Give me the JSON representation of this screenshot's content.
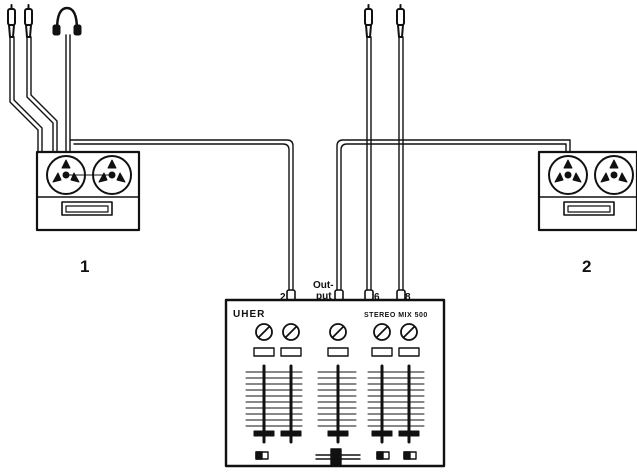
{
  "diagram": {
    "recorder_left_label": "1",
    "recorder_right_label": "2",
    "mixer_brand": "UHER",
    "mixer_model": "STEREO  MIX  500",
    "jack_labels": {
      "in_2": "2",
      "output_line1": "Out-",
      "output_line2": "put",
      "in_6": "6",
      "in_8": "8"
    }
  },
  "colors": {
    "ink": "#111111",
    "paper": "#ffffff"
  }
}
